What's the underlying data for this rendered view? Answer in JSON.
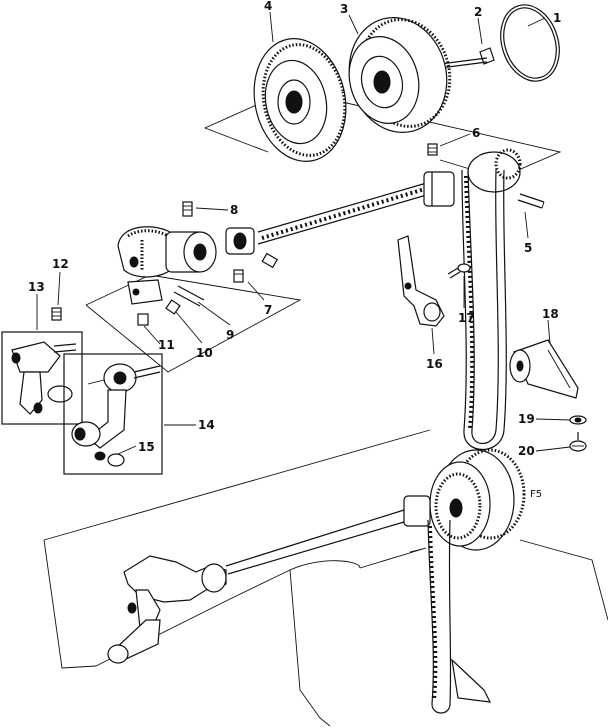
{
  "figure": {
    "code": "F5",
    "callouts": [
      "1",
      "2",
      "3",
      "4",
      "5",
      "6",
      "7",
      "8",
      "9",
      "10",
      "11",
      "12",
      "13",
      "14",
      "15",
      "16",
      "17",
      "18",
      "19",
      "20"
    ]
  }
}
